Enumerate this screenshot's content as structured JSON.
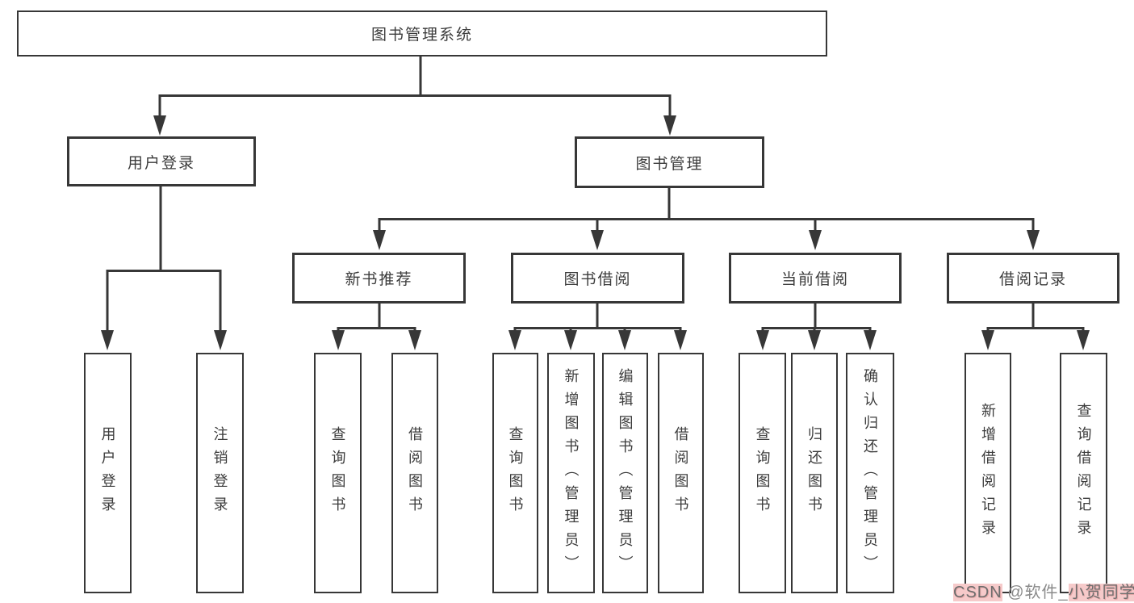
{
  "tree": {
    "root": "图书管理系统",
    "level2": [
      "用户登录",
      "图书管理"
    ],
    "level3": [
      "新书推荐",
      "图书借阅",
      "当前借阅",
      "借阅记录"
    ],
    "leaves_login": [
      "用户登录",
      "注销登录"
    ],
    "leaves_newbook": [
      "查询图书",
      "借阅图书"
    ],
    "leaves_borrow": [
      "查询图书",
      "新增图书（管理员）",
      "编辑图书（管理员）",
      "借阅图书"
    ],
    "leaves_current": [
      "查询图书",
      "归还图书",
      "确认归还（管理员）"
    ],
    "leaves_records": [
      "新增借阅记录",
      "查询借阅记录"
    ]
  },
  "watermark": {
    "brand": "CSDN",
    "middle": " @软件_",
    "author": "小贺同学"
  },
  "colors": {
    "line": "#373737",
    "text": "#3c3c3c",
    "watermark_text": "#8a8a8a",
    "watermark_highlight": "#f6caca"
  }
}
